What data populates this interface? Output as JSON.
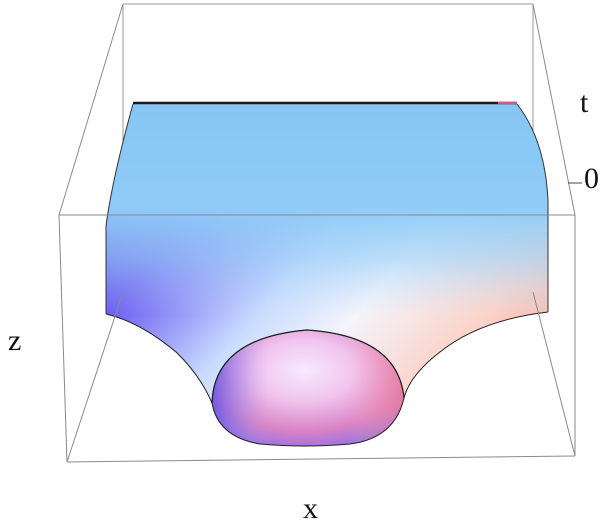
{
  "figure": {
    "labels": {
      "x": "x",
      "z": "z",
      "t": "t"
    },
    "tick_labels": {
      "t_zero": "0"
    }
  }
}
